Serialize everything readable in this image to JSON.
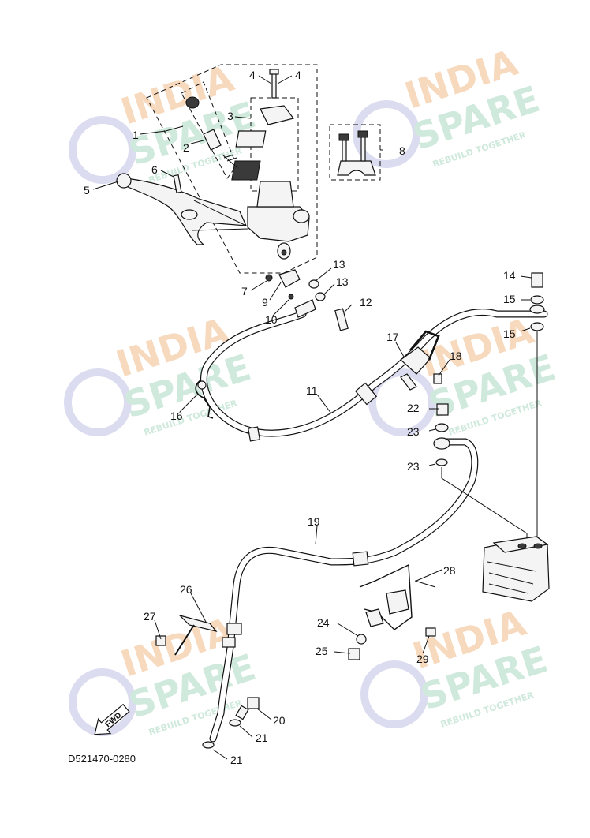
{
  "diagram": {
    "code": "D521470-0280",
    "fwd_label": "FWD",
    "callouts": [
      "1",
      "2",
      "3",
      "4",
      "4",
      "5",
      "6",
      "7",
      "8",
      "9",
      "10",
      "11",
      "12",
      "13",
      "13",
      "14",
      "15",
      "15",
      "16",
      "17",
      "18",
      "19",
      "20",
      "21",
      "21",
      "22",
      "23",
      "23",
      "24",
      "25",
      "26",
      "27",
      "28",
      "29"
    ]
  },
  "watermark": {
    "line1": "INDIA",
    "line2": "SPARE",
    "tagline": "REBUILD TOGETHER",
    "colors": {
      "india": "#f7d9bd",
      "spare": "#cfe9dc",
      "icon": "#dcdcf1"
    }
  }
}
